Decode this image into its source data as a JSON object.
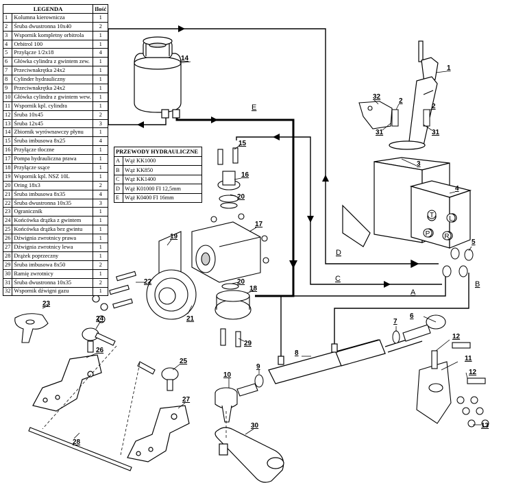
{
  "legend": {
    "title": "LEGENDA",
    "qty_header": "Ilość",
    "items": [
      {
        "no": "1",
        "name": "Kolumna kierownicza",
        "qty": "1"
      },
      {
        "no": "2",
        "name": "Śruba dwustronna 10x40",
        "qty": "2"
      },
      {
        "no": "3",
        "name": "Wspornik kompletny orbitrola",
        "qty": "1"
      },
      {
        "no": "4",
        "name": "Orbitrol 100",
        "qty": "1"
      },
      {
        "no": "5",
        "name": "Przyłącze 1/2x18",
        "qty": "4"
      },
      {
        "no": "6",
        "name": "Główka cylindra z gwintem zew.",
        "qty": "1"
      },
      {
        "no": "7",
        "name": "Przeciwnakrętka 24x2",
        "qty": "1"
      },
      {
        "no": "8",
        "name": "Cylinder hydrauliczny",
        "qty": "1"
      },
      {
        "no": "9",
        "name": "Przeciwnakrętka 24x2",
        "qty": "1"
      },
      {
        "no": "10",
        "name": "Główka cylindra z gwintem wew.",
        "qty": "1"
      },
      {
        "no": "11",
        "name": "Wspornik kpl. cylindra",
        "qty": "1"
      },
      {
        "no": "12",
        "name": "Śruba 10x45",
        "qty": "2"
      },
      {
        "no": "13",
        "name": "Śruba 12x45",
        "qty": "3"
      },
      {
        "no": "14",
        "name": "Zbiornik wyrównawczy płynu",
        "qty": "1"
      },
      {
        "no": "15",
        "name": "Śruba imbusowa 8x25",
        "qty": "4"
      },
      {
        "no": "16",
        "name": "Przyłącze tłoczne",
        "qty": "1"
      },
      {
        "no": "17",
        "name": "Pompa hydrauliczna prawa",
        "qty": "1"
      },
      {
        "no": "18",
        "name": "Przyłącze ssące",
        "qty": "1"
      },
      {
        "no": "19",
        "name": "Wspornik kpl. NSZ 10L",
        "qty": "1"
      },
      {
        "no": "20",
        "name": "Oring 18x3",
        "qty": "2"
      },
      {
        "no": "21",
        "name": "Śruba imbusowa 8x35",
        "qty": "4"
      },
      {
        "no": "22",
        "name": "Śruba dwustronna 10x35",
        "qty": "3"
      },
      {
        "no": "23",
        "name": "Ogranicznik",
        "qty": "1"
      },
      {
        "no": "24",
        "name": "Końcówka drążka z gwintem",
        "qty": "1"
      },
      {
        "no": "25",
        "name": "Końcówka drążka bez gwintu",
        "qty": "1"
      },
      {
        "no": "26",
        "name": "Dźwignia zwrotnicy prawa",
        "qty": "1"
      },
      {
        "no": "27",
        "name": "Dźwignia zwrotnicy lewa",
        "qty": "1"
      },
      {
        "no": "28",
        "name": "Drążek poprzeczny",
        "qty": "1"
      },
      {
        "no": "29",
        "name": "Śruba imbusowa 8x50",
        "qty": "2"
      },
      {
        "no": "30",
        "name": "Ramię zwrotnicy",
        "qty": "1"
      },
      {
        "no": "31",
        "name": "Śruba dwustronna 10x35",
        "qty": "2"
      },
      {
        "no": "32",
        "name": "Wspornik dźwigni gazu",
        "qty": "1"
      }
    ]
  },
  "hoses": {
    "title": "PRZEWODY HYDRAULICZNE",
    "items": [
      {
        "letter": "A",
        "desc": "Wąż KK1000"
      },
      {
        "letter": "B",
        "desc": "Wąż KK850"
      },
      {
        "letter": "C",
        "desc": "Wąż KK1400"
      },
      {
        "letter": "D",
        "desc": "Wąż K01000 FI 12,5mm"
      },
      {
        "letter": "E",
        "desc": "Wąż K0400 FI 16mm"
      }
    ]
  },
  "callouts": [
    "1",
    "2",
    "2",
    "3",
    "4",
    "5",
    "6",
    "7",
    "8",
    "9",
    "10",
    "11",
    "12",
    "12",
    "13",
    "14",
    "15",
    "16",
    "17",
    "18",
    "19",
    "20",
    "20",
    "21",
    "22",
    "23",
    "24",
    "25",
    "26",
    "27",
    "28",
    "29",
    "30",
    "31",
    "31",
    "32"
  ],
  "line_labels": [
    "A",
    "B",
    "C",
    "D",
    "E"
  ],
  "port_labels": [
    "T",
    "L",
    "P",
    "R"
  ],
  "colors": {
    "ink": "#000000",
    "paper": "#ffffff",
    "shade": "#bfbfbf"
  }
}
